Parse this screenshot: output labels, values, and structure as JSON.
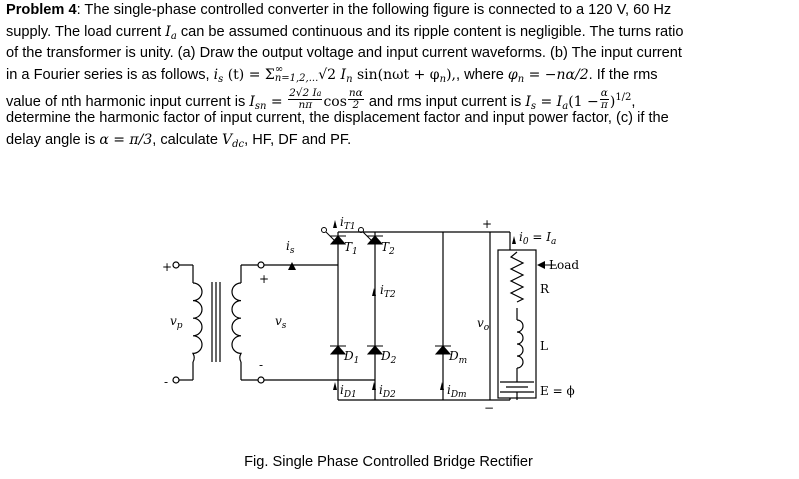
{
  "problem": {
    "label": "Problem 4",
    "line1": ": The single-phase controlled converter in the following figure is connected to a 120 V, 60 Hz",
    "line2a": "supply. The load current ",
    "line2b": " can be assumed continuous and its ripple content is negligible. The turns ratio",
    "line3": "of the transformer is unity. (a) Draw the output voltage and input current waveforms. (b) The input current",
    "line4a": "in a Fourier series is as follows, ",
    "line4b": ", where ",
    "line4c": ". If the rms",
    "line5a": "value of nth harmonic input current is ",
    "line5b": " and rms input current is ",
    "line6": "determine the harmonic factor of input current, the displacement factor and input power factor, (c) if the",
    "line7a": "delay angle is ",
    "line7b": ", calculate ",
    "line7c": ", HF, DF and PF."
  },
  "math": {
    "Ia": "I",
    "Ia_sub": "a",
    "is_expr": "i",
    "is_sub": "s",
    "is_rest": " (t) = ",
    "sum_sym": "Σ",
    "sum_upper": "∞",
    "sum_lower": "n=1,2,...",
    "sqrt2": "√2 ",
    "In": "I",
    "In_sub": "n",
    "sin_part": " sin(nωt + φ",
    "sin_sub": "n",
    "sin_close": "),",
    "phi_eq": "φ",
    "phi_sub": "n",
    "phi_rest": " = −nα/2",
    "Isn": "I",
    "Isn_sub": "sn",
    "eq": " = ",
    "frac1_num": "2√2 I",
    "frac1_num_sub": "a",
    "frac1_den": "nπ",
    "cos": "cos",
    "frac2_num": "nα",
    "frac2_den": "2",
    "Is": "I",
    "Is_sub": "s",
    "Is_rhs": " = I",
    "Is_rhs_sub": "a",
    "Is_paren": "(1 −",
    "frac3_num": "α",
    "frac3_den": "π",
    "Is_close": ")",
    "Is_exp": "1/2",
    "Is_comma": ",",
    "alpha_eq": "α = π/3",
    "Vdc": "V",
    "Vdc_sub": "dc"
  },
  "figure": {
    "caption": "Fig. Single Phase Controlled Bridge Rectifier",
    "labels": {
      "is": "i",
      "is_sub": "s",
      "vp": "v",
      "vp_sub": "p",
      "vs": "v",
      "vs_sub": "s",
      "plus_left": "+",
      "minus_left": "-",
      "plus_sec": "+",
      "minus_sec": "-",
      "iT1": "i",
      "iT1_sub": "T1",
      "T1": "T",
      "T1_sub": "1",
      "T2": "T",
      "T2_sub": "2",
      "iT2": "i",
      "iT2_sub": "T2",
      "D1": "D",
      "D1_sub": "1",
      "D2": "D",
      "D2_sub": "2",
      "Dm": "D",
      "Dm_sub": "m",
      "iD1": "i",
      "iD1_sub": "D1",
      "iD2": "i",
      "iD2_sub": "D2",
      "iDm": "i",
      "iDm_sub": "Dm",
      "vo": "v",
      "vo_sub": "o",
      "plus_out": "+",
      "minus_out": "−",
      "io": "i",
      "io_sub": "0",
      "io_rhs": " = I",
      "io_rhs_sub": "a",
      "load": "Load",
      "R": "R",
      "L": "L",
      "E": "E = ϕ"
    }
  }
}
